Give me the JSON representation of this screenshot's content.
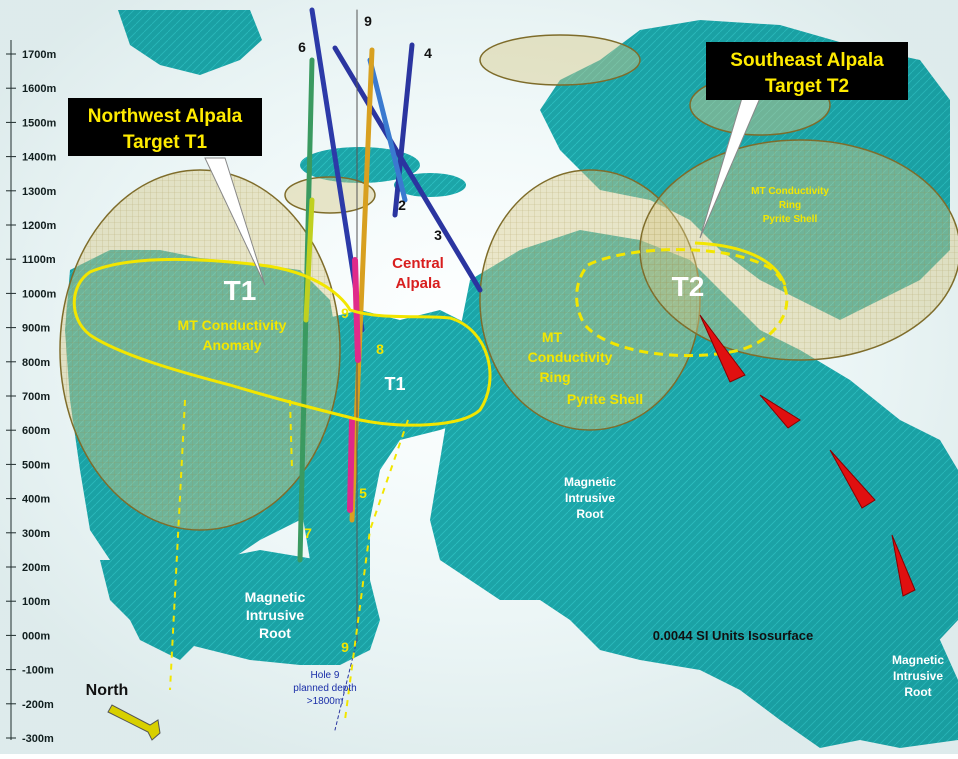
{
  "elevation_axis": {
    "ticks": [
      "1700m",
      "1600m",
      "1500m",
      "1400m",
      "1300m",
      "1200m",
      "1100m",
      "1000m",
      "900m",
      "800m",
      "700m",
      "600m",
      "500m",
      "400m",
      "300m",
      "200m",
      "100m",
      "000m",
      "-100m",
      "-200m",
      "-300m"
    ]
  },
  "callouts": {
    "northwest": {
      "line1": "Northwest Alpala",
      "line2": "Target T1"
    },
    "southeast": {
      "line1": "Southeast Alpala",
      "line2": "Target T2"
    }
  },
  "targets": {
    "t1_big": "T1",
    "t1_small": "T1",
    "t2": "T2"
  },
  "labels": {
    "mt_anomaly_1": "MT Conductivity",
    "mt_anomaly_2": "Anomaly",
    "central_1": "Central",
    "central_2": "Alpala",
    "ring_left_1": "MT",
    "ring_left_2": "Conductivity",
    "ring_left_3": "Ring",
    "ring_left_4": "Pyrite Shell",
    "ring_right_1": "MT Conductivity",
    "ring_right_2": "Ring",
    "ring_right_3": "Pyrite Shell",
    "mag_center_1": "Magnetic",
    "mag_center_2": "Intrusive",
    "mag_center_3": "Root",
    "mag_left_1": "Magnetic",
    "mag_left_2": "Intrusive",
    "mag_left_3": "Root",
    "mag_right_1": "Magnetic",
    "mag_right_2": "Intrusive",
    "mag_right_3": "Root",
    "isosurface": "0.0044 SI Units Isosurface",
    "hole9_1": "Hole 9",
    "hole9_2": "planned depth",
    "hole9_3": ">1800m",
    "north": "North"
  },
  "holes": {
    "h2": "2",
    "h3": "3",
    "h4": "4",
    "h5": "5",
    "h6": "6",
    "h7": "7",
    "h8": "8",
    "h9_top": "9",
    "h9_mid": "9",
    "h9_bottom": "9"
  },
  "colors": {
    "isosurface": "#1aa3a3",
    "shell": "#d6c98a",
    "target_outline": "#f2e600",
    "callout_bg": "#000000",
    "callout_text": "#ffeb00",
    "central_text": "#d81e1e",
    "flow_arrows": "#e01010"
  }
}
